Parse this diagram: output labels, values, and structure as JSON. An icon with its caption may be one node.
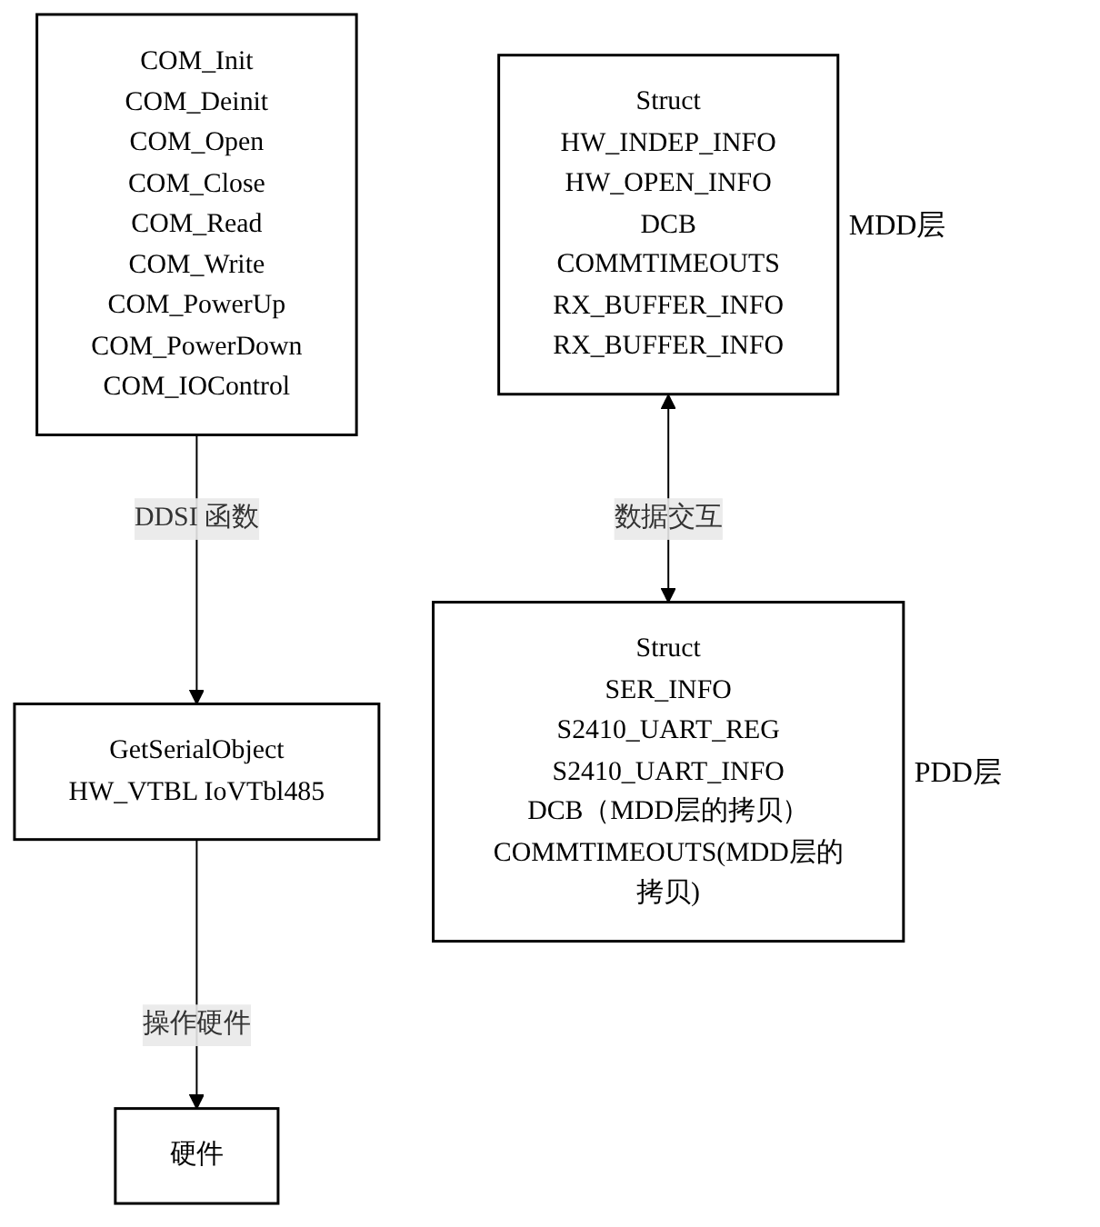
{
  "diagram": {
    "nodes": [
      {
        "text": [
          "COM_Init",
          "COM_Deinit",
          "COM_Open",
          "COM_Close",
          "COM_Read",
          "COM_Write",
          "COM_PowerUp",
          "COM_PowerDown",
          "COM_IOControl"
        ]
      },
      {
        "text": [
          "Struct",
          "HW_INDEP_INFO",
          "HW_OPEN_INFO",
          "DCB",
          "COMMTIMEOUTS",
          "RX_BUFFER_INFO",
          "RX_BUFFER_INFO"
        ],
        "beside": [
          "MDD层"
        ]
      },
      {
        "text": [
          "GetSerialObject",
          "HW_VTBL IoVTbl485"
        ]
      },
      {
        "text": [
          "Struct",
          "SER_INFO",
          "S2410_UART_REG",
          "S2410_UART_INFO",
          "DCB（MDD层的拷贝）",
          "COMMTIMEOUTS(MDD层的拷贝)"
        ],
        "beside": [
          "PDD层"
        ]
      },
      {
        "text": [
          "硬件"
        ]
      }
    ],
    "edges": [
      {
        "from": 0,
        "to": 2,
        "arrow": "to",
        "label": "DDSI 函数"
      },
      {
        "from": 1,
        "to": 3,
        "arrow": "both",
        "label": "数据交互"
      },
      {
        "from": 2,
        "to": 4,
        "arrow": "to",
        "label": "操作硬件"
      }
    ]
  }
}
